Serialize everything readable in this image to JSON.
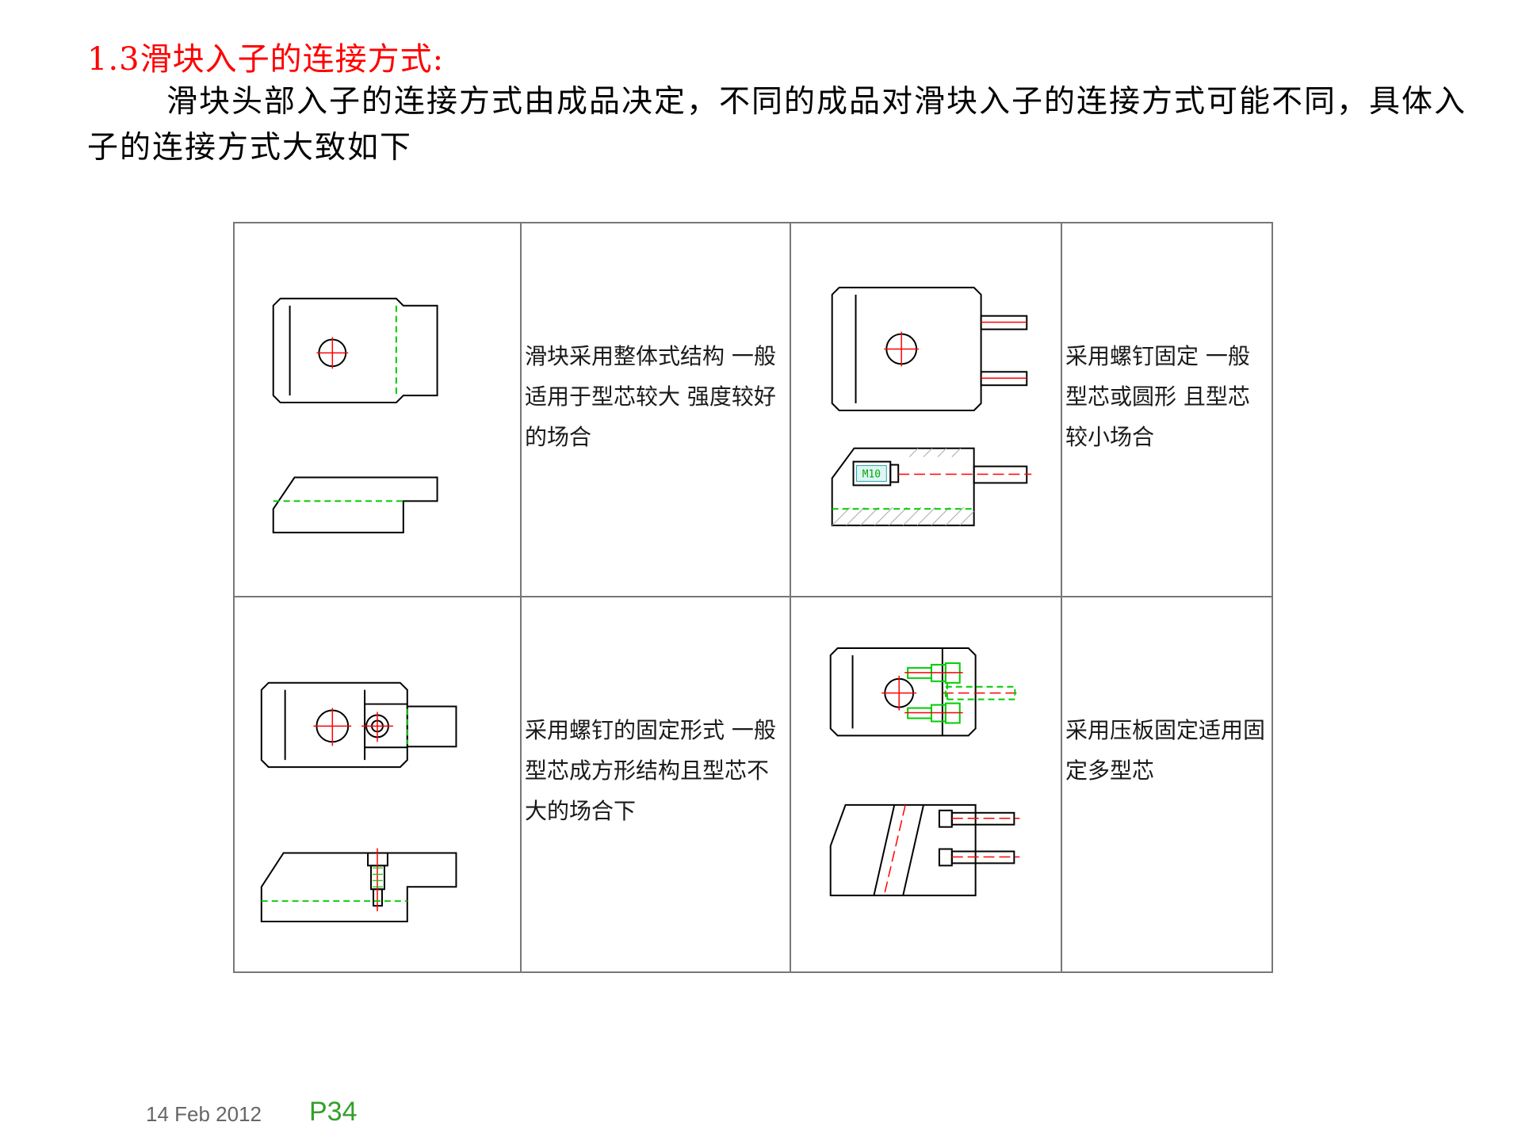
{
  "heading": "1.3滑块入子的连接方式:",
  "intro": "滑块头部入子的连接方式由成品决定，不同的成品对滑块入子的连接方式可能不同，具体入子的连接方式大致如下",
  "methods": [
    {
      "drawing": "integral-slider-drawing",
      "description": "滑块采用整体式结构 一般适用于型芯较大 强度较好的场合"
    },
    {
      "drawing": "screw-fixed-round-core-drawing",
      "description": "采用螺钉固定 一般型芯或圆形 且型芯较小场合",
      "drawing_label": "M10"
    },
    {
      "drawing": "screw-fixed-square-core-drawing",
      "description": "采用螺钉的固定形式 一般型芯成方形结构且型芯不大的场合下"
    },
    {
      "drawing": "pressure-plate-drawing",
      "description": "采用压板固定适用固定多型芯"
    }
  ],
  "footer": {
    "date": "14 Feb 2012",
    "page": "P34"
  },
  "colors": {
    "heading": "#ff0000",
    "centerline": "#ff0000",
    "hidden_line": "#00cc00",
    "page_number": "#33a02c",
    "grid": "#777777"
  }
}
